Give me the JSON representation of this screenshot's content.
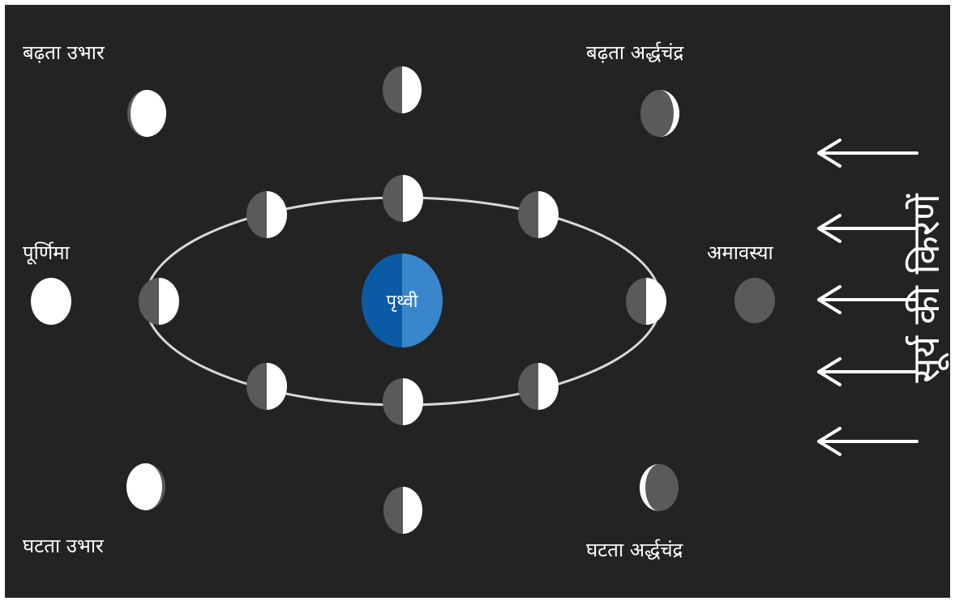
{
  "labels": {
    "waxing_gibbous": "बढ़ता उभार",
    "first_quarter": "बढ़ता अर्द्धचंद्र",
    "full_moon": "पूर्णिमा",
    "new_moon": "अमावस्या",
    "waning_gibbous": "घटता उभार",
    "last_quarter": "घटता अर्द्धचंद्र",
    "earth": "पृथ्वी",
    "sun_rays": "सूर्य की किरणें"
  },
  "colors": {
    "background": "#232323",
    "lit": "#ffffff",
    "dark": "#5a5a5a",
    "earth_dark": "#0a5aa6",
    "earth_light": "#3a86cc",
    "orbit": "#d8d8d8"
  }
}
